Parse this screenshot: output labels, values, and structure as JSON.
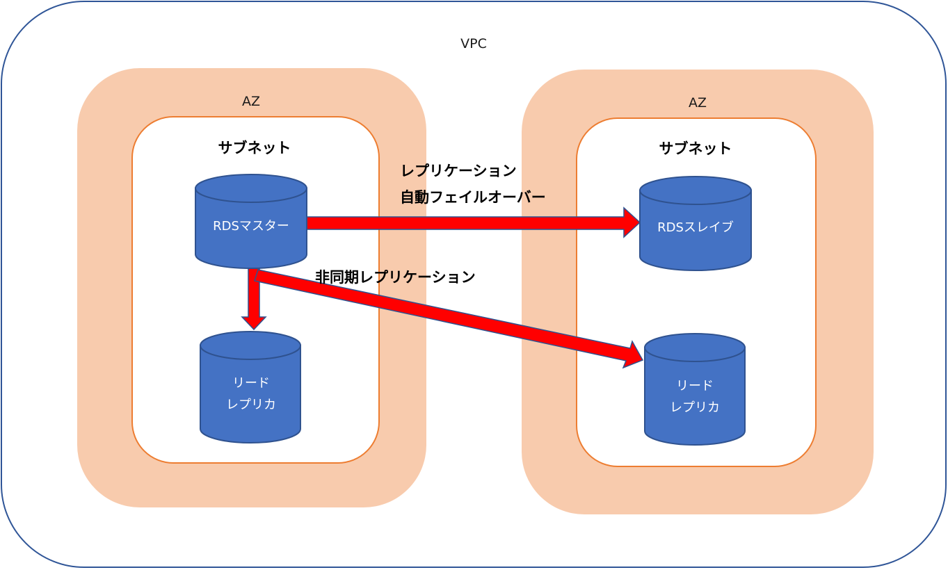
{
  "vpc": {
    "label": "VPC"
  },
  "az_left": {
    "label": "AZ",
    "subnet_label": "サブネット"
  },
  "az_right": {
    "label": "AZ",
    "subnet_label": "サブネット"
  },
  "databases": {
    "master": "RDSマスター",
    "slave": "RDSスレイブ",
    "replica_left": [
      "リード",
      "レプリカ"
    ],
    "replica_right": [
      "リード",
      "レプリカ"
    ]
  },
  "arrows": {
    "replication_line1": "レプリケーション",
    "replication_line2": "自動フェイルオーバー",
    "async_replication": "非同期レプリケーション"
  },
  "colors": {
    "vpc_border": "#2f5597",
    "az_fill": "#f8cbad",
    "subnet_border": "#ed7d31",
    "db_fill": "#4472c4",
    "db_stroke": "#2f528f",
    "arrow_fill": "#ff0000"
  }
}
